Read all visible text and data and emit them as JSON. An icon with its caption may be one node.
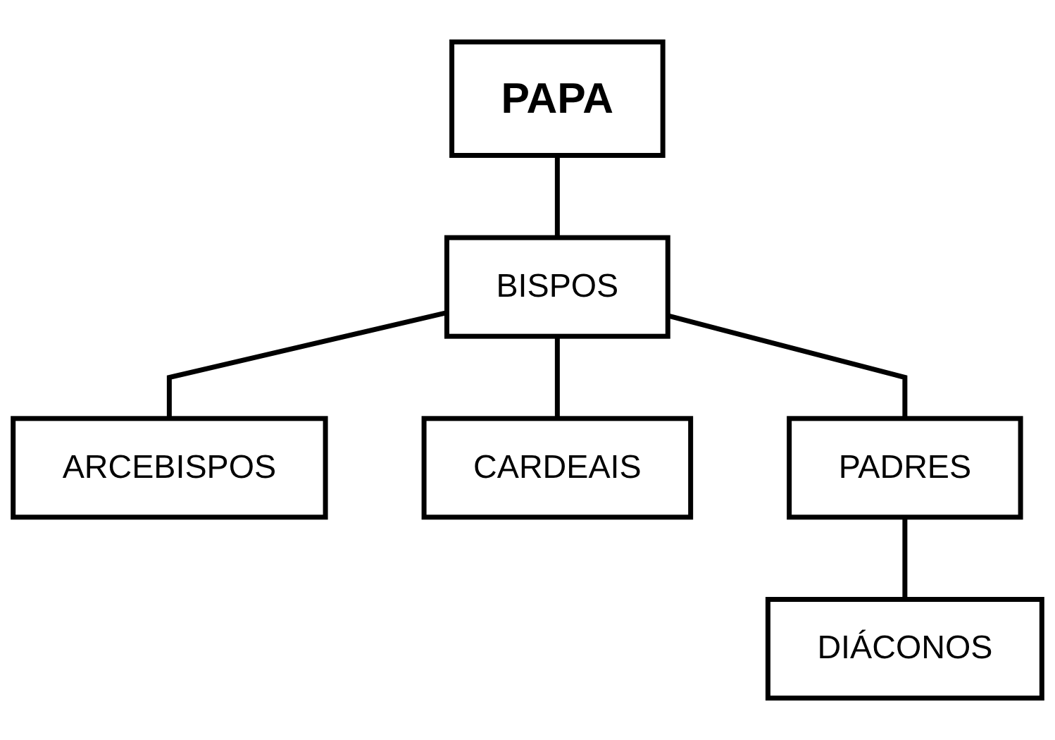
{
  "diagram": {
    "nodes": [
      {
        "text": [
          "PAPA"
        ]
      },
      {
        "text": [
          "BISPOS"
        ]
      },
      {
        "text": [
          "ARCEBISPOS"
        ]
      },
      {
        "text": [
          "CARDEAIS"
        ]
      },
      {
        "text": [
          "PADRES"
        ]
      },
      {
        "text": [
          "DIÁCONOS"
        ]
      }
    ],
    "edges": [
      {
        "from": 0,
        "to": 1,
        "arrow": "none"
      },
      {
        "from": 1,
        "to": 2,
        "arrow": "none"
      },
      {
        "from": 1,
        "to": 4,
        "arrow": "none"
      },
      {
        "from": 1,
        "to": 3,
        "arrow": "none"
      },
      {
        "from": 4,
        "to": 5,
        "arrow": "none"
      }
    ]
  }
}
